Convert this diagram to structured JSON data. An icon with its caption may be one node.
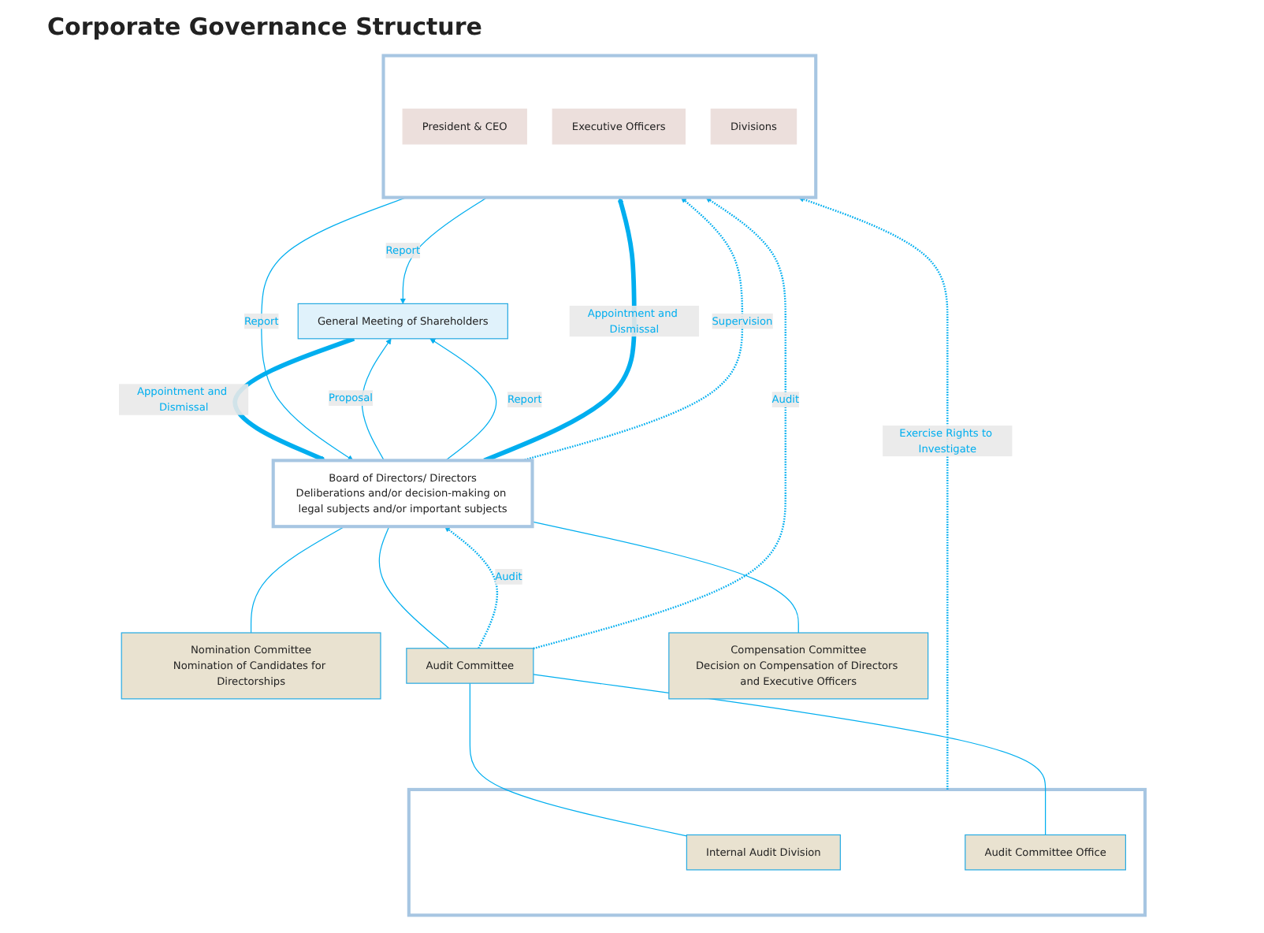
{
  "diagram": {
    "title": "Corporate Governance Structure",
    "nodes": [
      {
        "text": [
          "General Meeting of Shareholders"
        ]
      },
      {
        "text": [
          "Board of Directors/ Directors",
          "Deliberations and/or decision-making on legal subjects and/or important subjects"
        ]
      },
      {
        "text": [],
        "shape": "box"
      },
      {
        "text": [
          "President & CEO"
        ],
        "in": 2
      },
      {
        "text": [
          "Executive Officers"
        ],
        "in": 2
      },
      {
        "text": [
          "Divisions"
        ],
        "in": 2
      },
      {
        "text": [
          "Nomination Committee",
          "Nomination of Candidates for Directorships"
        ]
      },
      {
        "text": [
          "Audit Committee"
        ]
      },
      {
        "text": [
          "Compensation Committee",
          "Decision on Compensation of Directors and Executive Officers"
        ]
      },
      {
        "text": [],
        "shape": "box"
      },
      {
        "text": [
          "Internal Audit Division"
        ],
        "in": 9
      },
      {
        "text": [
          "Audit Committee Office"
        ],
        "in": 9
      }
    ],
    "edges": [
      {
        "from": 1,
        "to": 0,
        "arrow": "to",
        "label": "Proposal"
      },
      {
        "from": 0,
        "to": 1,
        "arrow": "to",
        "label": "Appointment and Dismissal",
        "style": "thick"
      },
      {
        "from": 1,
        "to": 0,
        "arrow": "to",
        "label": "Report"
      },
      {
        "from": 2,
        "to": 0,
        "arrow": "to",
        "label": "Report"
      },
      {
        "from": 1,
        "to": 2,
        "arrow": "to",
        "label": "Appointment and Dismissal",
        "style": "thick"
      },
      {
        "from": 2,
        "to": 1,
        "arrow": "to",
        "label": "Report"
      },
      {
        "from": 1,
        "to": 2,
        "arrow": "to",
        "label": "Supervision",
        "style": "dashed"
      },
      {
        "from": 7,
        "to": 1,
        "arrow": "to",
        "label": "Audit",
        "style": "dashed"
      },
      {
        "from": 7,
        "to": 2,
        "arrow": "to",
        "label": "Audit",
        "style": "dashed"
      },
      {
        "from": 1,
        "to": 6,
        "arrow": "none"
      },
      {
        "from": 1,
        "to": 7,
        "arrow": "none"
      },
      {
        "from": 1,
        "to": 8,
        "arrow": "none"
      },
      {
        "from": 7,
        "to": 10,
        "arrow": "none"
      },
      {
        "from": 7,
        "to": 11,
        "arrow": "none"
      },
      {
        "from": 9,
        "to": 2,
        "arrow": "to",
        "label": "Exercise Rights to Investigate",
        "style": "dashed"
      }
    ]
  }
}
